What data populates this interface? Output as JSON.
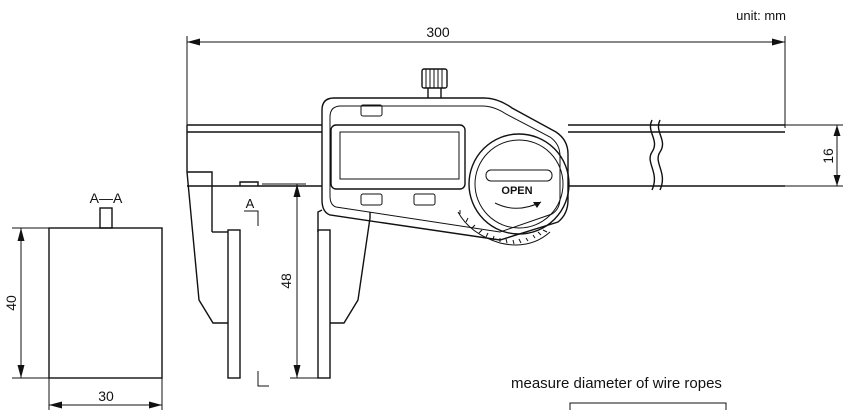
{
  "drawing": {
    "unit_label": "unit: mm",
    "dimensions": {
      "total_length": "300",
      "beam_height": "16",
      "jaw_depth": "48",
      "section_height": "40",
      "section_width": "30"
    },
    "section_label": "A—A",
    "section_marker": "A",
    "dial_label": "OPEN",
    "caption": "measure diameter of wire ropes"
  }
}
